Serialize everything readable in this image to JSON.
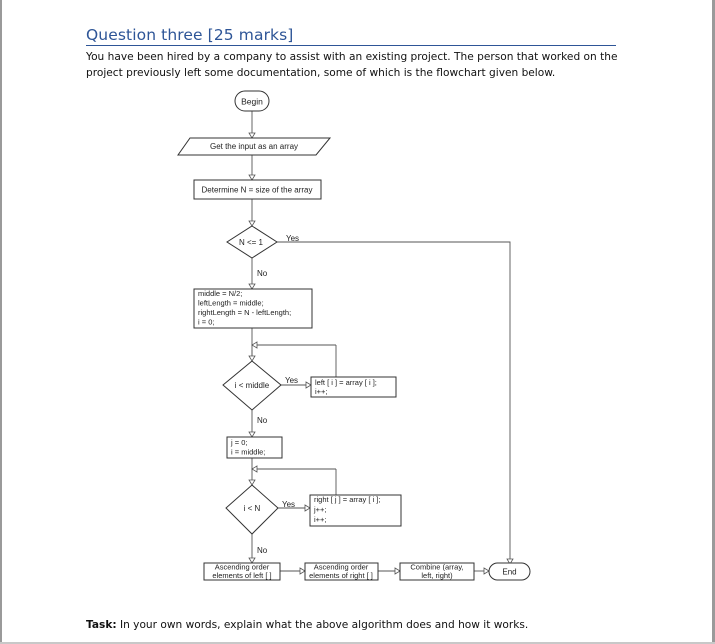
{
  "document": {
    "heading": "Question three [25 marks]",
    "intro_line1": "You have been hired by a company to assist with an existing project. The person that worked on the",
    "intro_line2": "project previously left some documentation, some of which is the flowchart given below.",
    "task_label": "Task:",
    "task_text": " In your own words, explain what the above algorithm does and how it works."
  },
  "flowchart": {
    "begin": "Begin",
    "input": "Get the input as an array",
    "determine_n": "Determine N = size of the array",
    "cond_n_le_1": "N <= 1",
    "yes_1": "Yes",
    "no_1": "No",
    "init_lines": [
      "middle = N/2;",
      "leftLength = middle;",
      "rightLength = N - leftLength;",
      "i = 0;"
    ],
    "cond_i_lt_middle": "i < middle",
    "yes_2": "Yes",
    "no_2": "No",
    "left_assign_lines": [
      "left [ i ] = array [ i ];",
      "i++;"
    ],
    "reset_lines": [
      "j = 0;",
      "i = middle;"
    ],
    "cond_i_lt_n": "i < N",
    "yes_3": "Yes",
    "no_3": "No",
    "right_assign_lines": [
      "right [ j ] = array [ i ];",
      "j++;",
      "i++;"
    ],
    "sort_left_lines": [
      "Ascending order",
      "elements of left [ ]"
    ],
    "sort_right_lines": [
      "Ascending order",
      "elements of right [ ]"
    ],
    "combine_lines": [
      "Combine (array,",
      "left, right)"
    ],
    "end": "End"
  }
}
